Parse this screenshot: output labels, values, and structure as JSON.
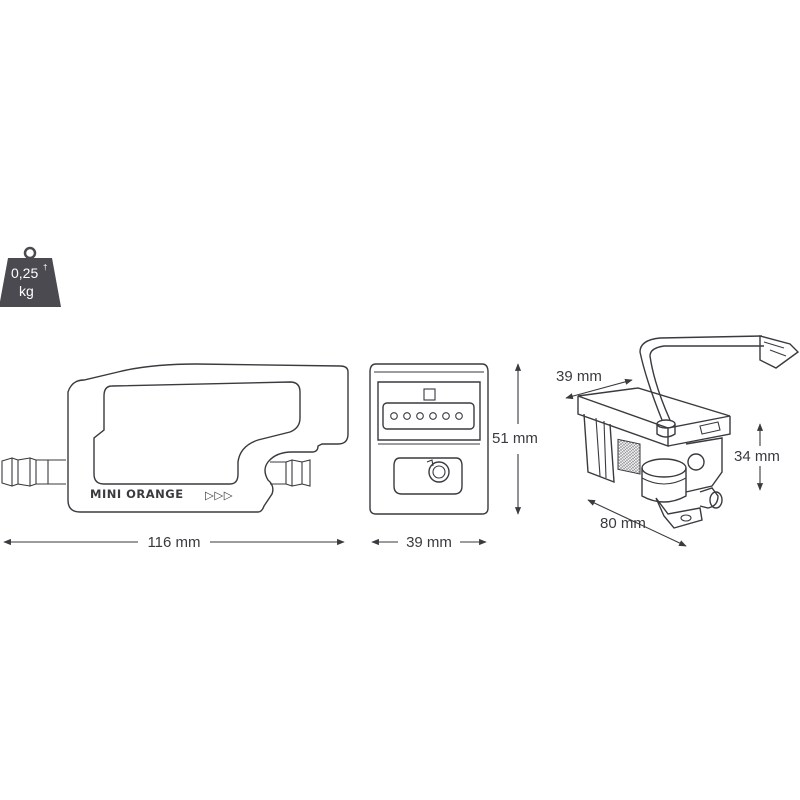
{
  "weight_badge": {
    "value": "0,25",
    "marker": "†",
    "unit": "kg"
  },
  "front_view": {
    "brand_label": "MINI ORANGE",
    "arrows_label": "▷▷▷",
    "length": "116 mm"
  },
  "side_view": {
    "width": "39 mm",
    "height": "51 mm"
  },
  "iso_view": {
    "depth": "39 mm",
    "height": "34 mm",
    "length": "80 mm"
  },
  "colors": {
    "ink": "#3a3a3f",
    "badge": "#4a4a50"
  }
}
